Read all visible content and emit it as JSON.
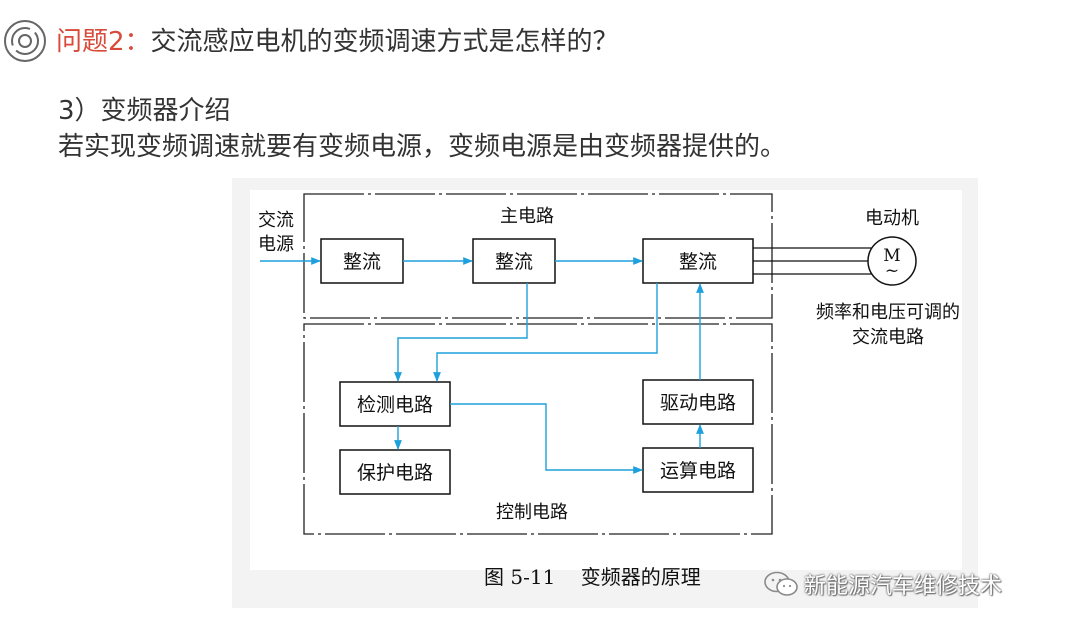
{
  "header": {
    "question_prefix": "问题2：",
    "question_text": "交流感应电机的变频调速方式是怎样的？"
  },
  "section": {
    "title": "3）变频器介绍",
    "body": "若实现变频调速就要有变频电源，变频电源是由变频器提供的。"
  },
  "diagram": {
    "ac_source_line1": "交流",
    "ac_source_line2": "电源",
    "main_circuit_label": "主电路",
    "rectifier_1": "整流",
    "rectifier_2": "整流",
    "rectifier_3": "整流",
    "motor_label": "电动机",
    "motor_symbol": "M",
    "motor_wave": "~",
    "output_label_line1": "频率和电压可调的",
    "output_label_line2": "交流电路",
    "detect_circuit": "检测电路",
    "protect_circuit": "保护电路",
    "drive_circuit": "驱动电路",
    "compute_circuit": "运算电路",
    "control_circuit_label": "控制电路",
    "caption": "图 5-11    变频器的原理",
    "arrow_color": "#1ea0dc"
  },
  "watermark": {
    "text": "新能源汽车维修技术",
    "icon": "wechat-icon"
  },
  "colors": {
    "accent": "#d84b3a",
    "text": "#333333",
    "figure_bg": "#f3f3f3"
  }
}
